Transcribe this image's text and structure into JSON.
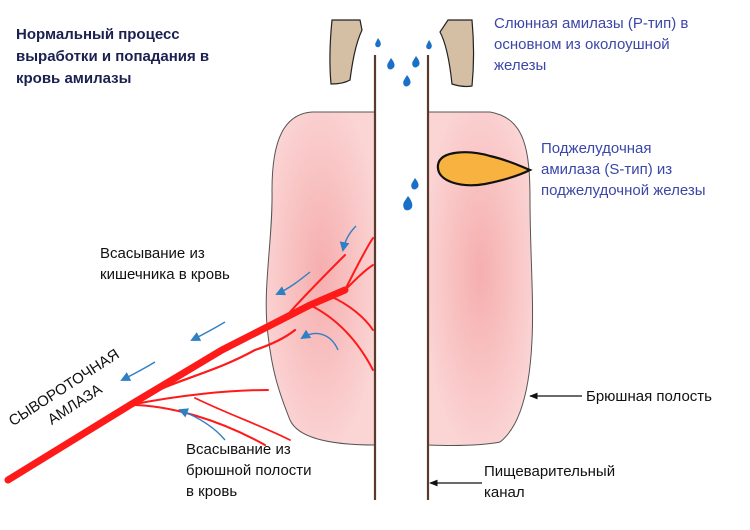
{
  "title": "Нормальный процесс\n  выработки и попадания в\nкровь амилазы",
  "labels": {
    "salivary": "Слюнная амилазы (P-тип) в\nосновном из околоушной\nжелезы",
    "pancreatic": "Поджелудочная\nамилаза (S-тип) из\nподжелудочной железы",
    "gut_absorption": "Всасывание из\nкишечника в кровь",
    "peritoneal_absorption": "Всасывание из\nбрюшной полости\nв кровь",
    "abdominal_cavity": "Брюшная полость",
    "digestive_canal": "Пищеварительный\nканал",
    "serum_amylase_line1": "СЫВОРОТОЧНАЯ",
    "serum_amylase_line2": "АМЛАЗА"
  },
  "colors": {
    "cavity_fill": "#f9c4c4",
    "vessel": "#ff1a1a",
    "arrow": "#2f7fc4",
    "drop": "#1a6fc9",
    "gland_fill": "#d4bea4",
    "pancreas_fill": "#f7b240",
    "label_blue": "#3b47a8"
  }
}
